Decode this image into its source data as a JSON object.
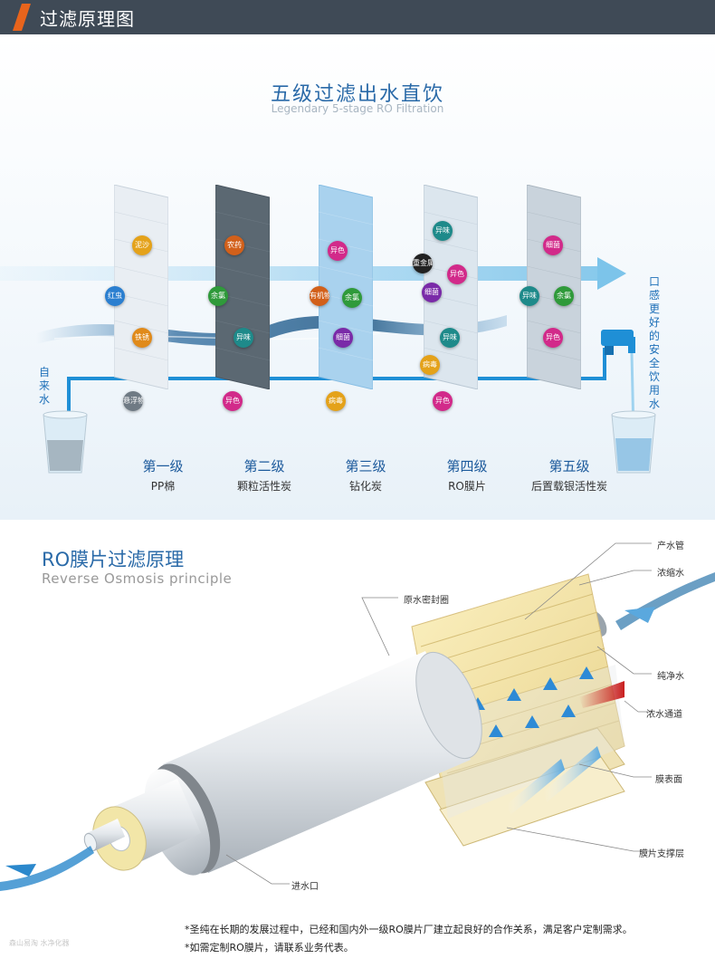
{
  "header": {
    "title": "过滤原理图"
  },
  "section1": {
    "title": "五级过滤出水直饮",
    "subtitle": "Legendary 5-stage RO Filtration",
    "inlet_label": "自来水",
    "outlet_label": "口感更好的安全饮用水",
    "stages": [
      {
        "name": "第一级",
        "desc": "PP棉",
        "particles": [
          "泥沙",
          "红虫",
          "铁锈",
          "悬浮物"
        ]
      },
      {
        "name": "第二级",
        "desc": "颗粒活性炭",
        "particles": [
          "农药",
          "余氯",
          "异味",
          "异色"
        ]
      },
      {
        "name": "第三级",
        "desc": "钻化炭",
        "particles": [
          "异色",
          "有机物",
          "余氯",
          "细菌",
          "病毒"
        ]
      },
      {
        "name": "第四级",
        "desc": "RO膜片",
        "particles": [
          "异味",
          "重金属",
          "异色",
          "细菌",
          "异味",
          "病毒",
          "异色"
        ]
      },
      {
        "name": "第五级",
        "desc": "后置载银活性炭",
        "particles": [
          "细菌",
          "异味",
          "余氯",
          "异色"
        ]
      }
    ],
    "colors": {
      "flow": "#7cc4ea",
      "pipe": "#1f8fd6",
      "title": "#2a6aa8"
    }
  },
  "section2": {
    "title": "RO膜片过滤原理",
    "subtitle": "Reverse Osmosis   principle",
    "callouts": {
      "product_tube": "产水管",
      "concentrate": "浓缩水",
      "seal": "原水密封圈",
      "pure_water": "纯净水",
      "concentrate_channel": "浓水通道",
      "membrane_surface": "膜表面",
      "support_layer": "膜片支撑层",
      "inlet": "进水口"
    }
  },
  "notes": [
    "*圣纯在长期的发展过程中，已经和国内外一级RO膜片厂建立起良好的合作关系，满足客户定制需求。",
    "*如需定制RO膜片，请联系业务代表。"
  ],
  "watermark": "森山易淘 水净化器"
}
